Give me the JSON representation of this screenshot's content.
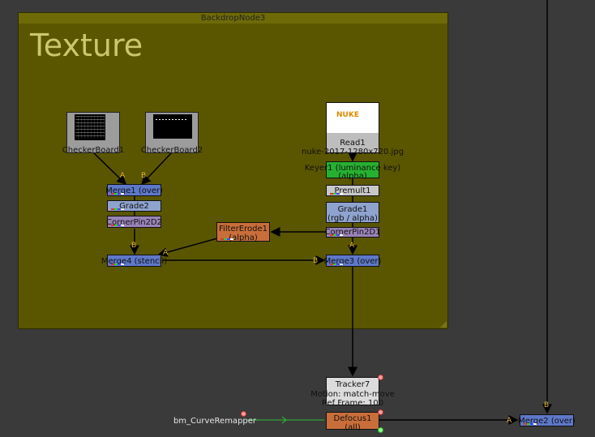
{
  "backdrop": {
    "title": "BackdropNode3",
    "label": "Texture"
  },
  "nodes": {
    "checkerboard1": {
      "label": "CheckerBoard1"
    },
    "checkerboard2": {
      "label": "CheckerBoard2"
    },
    "read1": {
      "label": "Read1",
      "file": "nuke-2017-1280x720.jpg",
      "logo": "NUKE"
    },
    "keyer1": {
      "label": "Keyer1 (luminance key)",
      "sub": "(alpha)"
    },
    "premult1": {
      "label": "Premult1"
    },
    "grade1": {
      "label": "Grade1",
      "sub": "(rgb / alpha)"
    },
    "cornerpin2d1": {
      "label": "CornerPin2D1"
    },
    "merge1": {
      "label": "Merge1 (over)"
    },
    "grade2": {
      "label": "Grade2"
    },
    "cornerpin2d2": {
      "label": "CornerPin2D2"
    },
    "filtererode1": {
      "label": "FilterErode1",
      "sub": "(alpha)"
    },
    "merge4": {
      "label": "Merge4 (stencil)"
    },
    "merge3": {
      "label": "Merge3 (over)"
    },
    "tracker7": {
      "label": "Tracker7",
      "line2": "Motion: match-move",
      "line3": "Ref Frame: 100"
    },
    "defocus1": {
      "label": "Defocus1",
      "sub": "(all)"
    },
    "merge2": {
      "label": "Merge2 (over)"
    },
    "curveremapper": {
      "label": "bm_CurveRemapper"
    }
  },
  "inputs": {
    "a": "A",
    "b": "B"
  },
  "colors": {
    "canvas": "#3a3a3a",
    "backdrop": "#5a5600",
    "merge": "#5e78c9",
    "keyer": "#27b030",
    "filter": "#c96e3a",
    "transform": "#9a83b8"
  }
}
